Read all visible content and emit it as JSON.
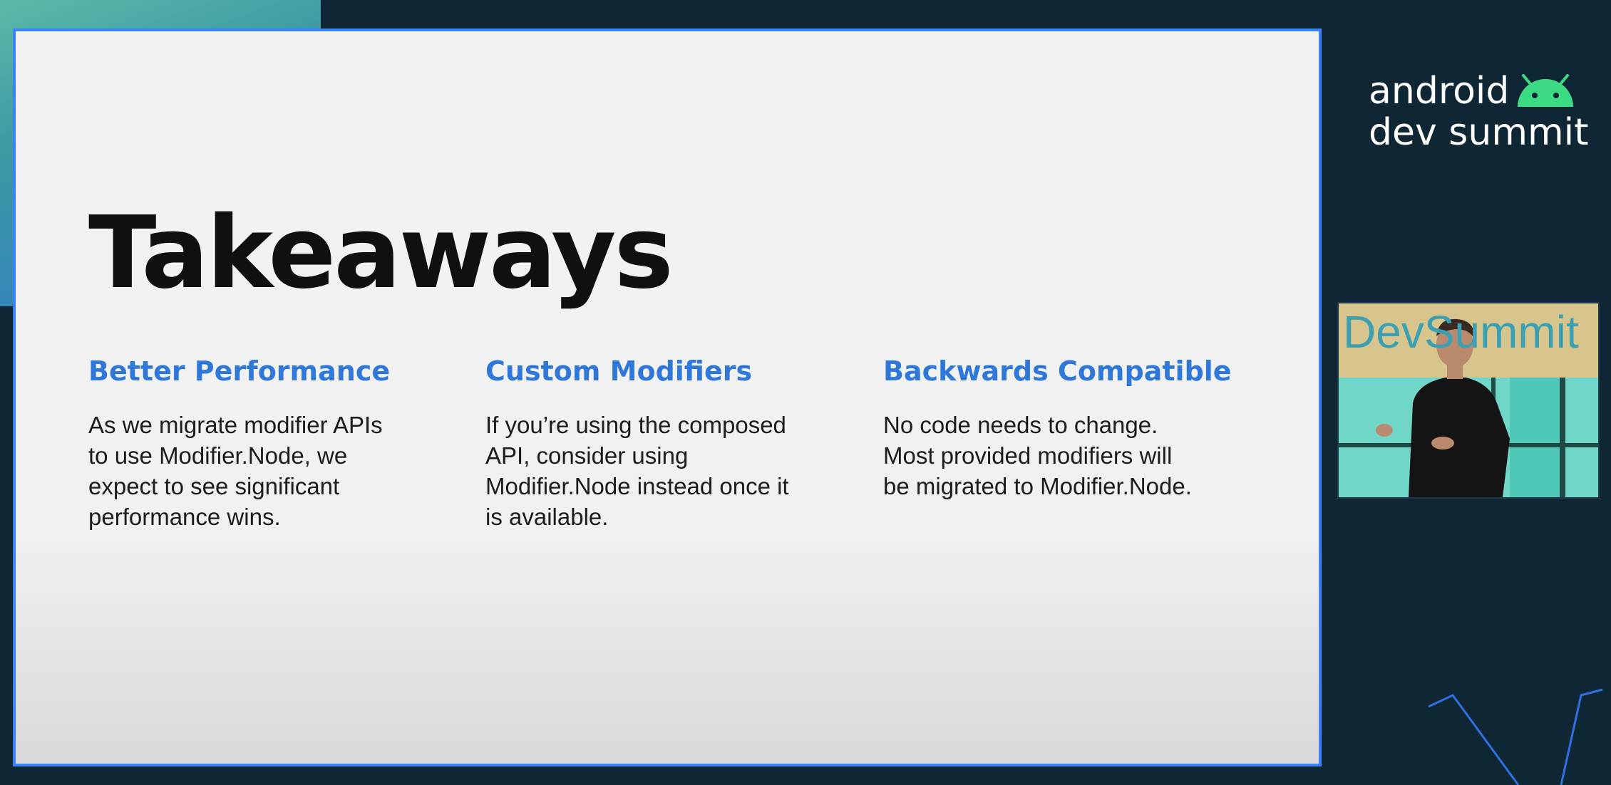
{
  "slide": {
    "title": "Takeaways",
    "columns": [
      {
        "heading": "Better Performance",
        "body_lines": [
          "As we migrate modifier APIs",
          "to use Modifier.Node, we",
          "expect to see significant",
          "performance wins."
        ]
      },
      {
        "heading": "Custom Modifiers",
        "body_lines": [
          "If you’re using the composed",
          "API, consider using",
          "Modifier.Node instead once it",
          "is available."
        ]
      },
      {
        "heading": "Backwards Compatible",
        "body_lines": [
          "No code needs to change.",
          "Most provided modifiers will",
          "be migrated to Modifier.Node."
        ]
      }
    ]
  },
  "logo": {
    "line1": "android",
    "line2": "dev summit",
    "icon": "android-robot-icon"
  },
  "video": {
    "backdrop_text": "DevSummit"
  },
  "colors": {
    "background": "#0f2734",
    "slide_border": "#3b82f6",
    "heading": "#2f77d8",
    "android_green": "#3ddc84"
  }
}
